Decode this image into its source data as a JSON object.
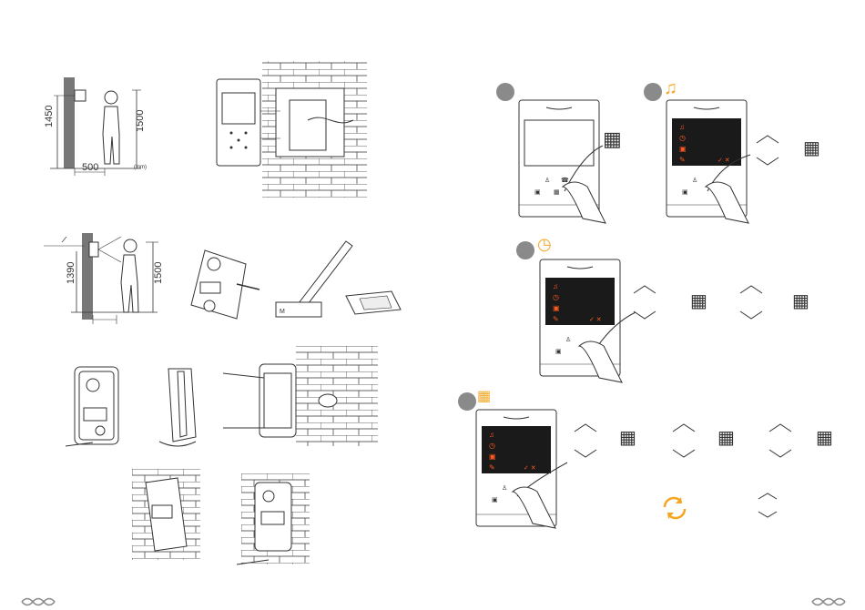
{
  "left_page": {
    "install_monitor": {
      "height_dim": "1450",
      "person_height_dim": "1500",
      "distance_dim": "500",
      "unit_label": "(mm)"
    },
    "install_door_station": {
      "height_dim": "1390",
      "person_height_dim": "1500"
    }
  },
  "right_page": {
    "steps": [
      {
        "id": "step1",
        "icon": "none"
      },
      {
        "id": "step2",
        "icon": "music-note-icon"
      },
      {
        "id": "step3",
        "icon": "clock-icon"
      },
      {
        "id": "step4",
        "icon": "calendar-icon"
      }
    ]
  },
  "colors": {
    "accent": "#f5a623",
    "menu_bg": "#1a1a1a",
    "menu_item": "#ff5a1f",
    "step_circle": "#8a8a8a",
    "line": "#333333"
  }
}
